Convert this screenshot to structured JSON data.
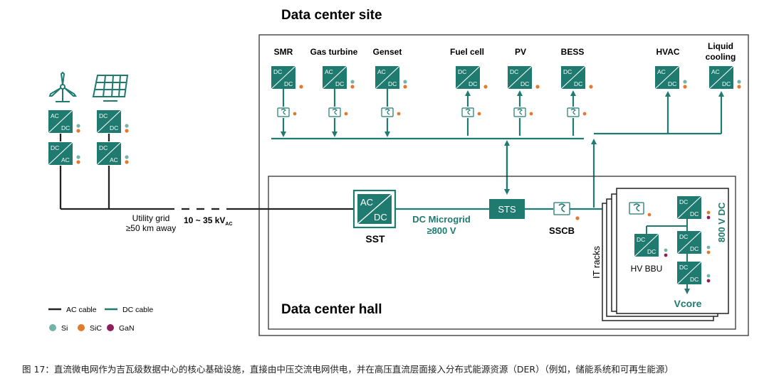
{
  "site_title": "Data center site",
  "hall_title": "Data center hall",
  "sources": {
    "smr": "SMR",
    "gas_turbine": "Gas turbine",
    "genset": "Genset",
    "fuel_cell": "Fuel cell",
    "pv": "PV",
    "bess": "BESS",
    "hvac": "HVAC",
    "liquid_cooling_1": "Liquid",
    "liquid_cooling_2": "cooling"
  },
  "converter": {
    "ac": "AC",
    "dc": "DC"
  },
  "utility": {
    "line1": "Utility grid",
    "line2": "≥50 km away",
    "voltage": "10 ~ 35 kV",
    "voltage_sub": "AC"
  },
  "sst": "SST",
  "microgrid": {
    "line1": "DC Microgrid",
    "line2": "≥800 V"
  },
  "sts": "STS",
  "sscb": "SSCB",
  "it_racks": "IT racks",
  "hv_bbu": "HV BBU",
  "dc_800": "800 V DC",
  "vcore": "Vcore",
  "legend": {
    "ac_cable": "AC cable",
    "dc_cable": "DC cable",
    "si": "Si",
    "sic": "SiC",
    "gan": "GaN"
  },
  "colors": {
    "teal": "#1f7a70",
    "ac_line": "#222222",
    "si": "#74b3a8",
    "sic": "#e07a2e",
    "gan": "#8e1f5d"
  },
  "caption": "图 17：直流微电网作为吉瓦级数据中心的核心基础设施，直接由中压交流电网供电，并在高压直流层面接入分布式能源资源（DER）（例如，储能系统和可再生能源）"
}
